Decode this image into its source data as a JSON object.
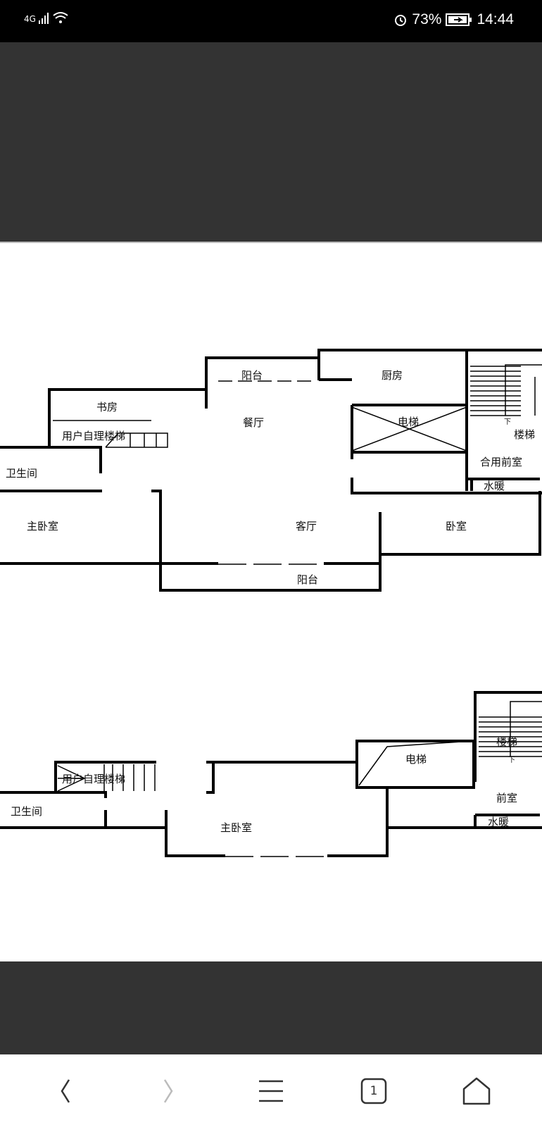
{
  "status_bar": {
    "network": "4G",
    "alarm_icon": "alarm-icon",
    "battery": "73%",
    "time": "14:44"
  },
  "floor_plan_upper": {
    "rooms": {
      "balcony_top": "阳台",
      "kitchen": "厨房",
      "study": "书房",
      "dining": "餐厅",
      "elevator": "电梯",
      "stairs": "楼梯",
      "private_stairs": "用户自理楼梯",
      "bathroom": "卫生间",
      "shared_lobby": "合用前室",
      "plumbing": "水暖",
      "master_bedroom": "主卧室",
      "living_room": "客厅",
      "bedroom": "卧室",
      "balcony_bottom": "阳台",
      "down_mark": "下"
    }
  },
  "floor_plan_lower": {
    "rooms": {
      "private_stairs": "用户自理楼梯",
      "elevator": "电梯",
      "stairs": "楼梯",
      "bathroom": "卫生间",
      "lobby": "前室",
      "plumbing": "水暖",
      "master_bedroom": "主卧室",
      "down_mark": "下"
    }
  },
  "nav_bar": {
    "tab_count": "1"
  }
}
